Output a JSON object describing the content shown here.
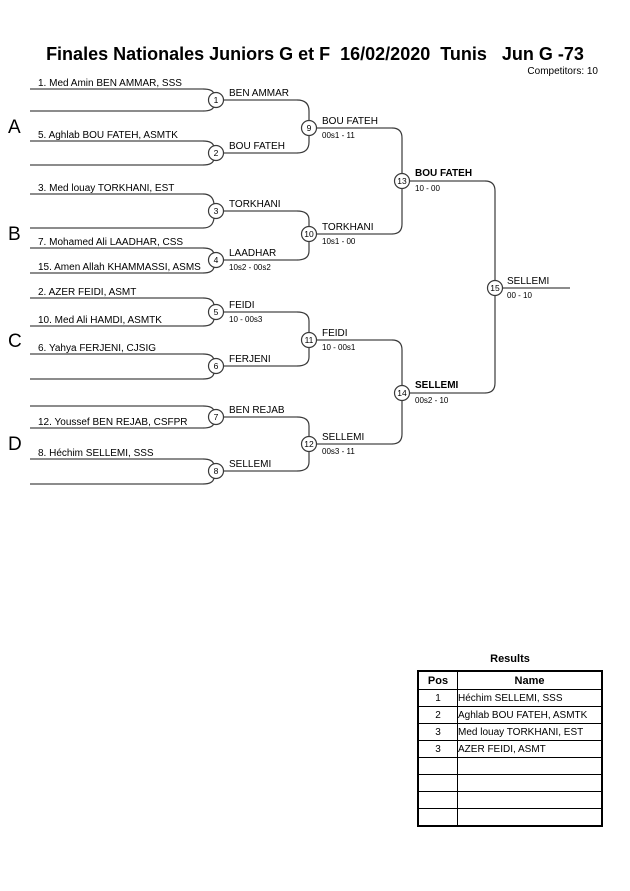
{
  "header": {
    "title": "Finales Nationales Juniors G et F  16/02/2020  Tunis   Jun G -73",
    "competitors": "Competitors: 10"
  },
  "bracket": {
    "groups": [
      {
        "label": "A"
      },
      {
        "label": "B"
      },
      {
        "label": "C"
      },
      {
        "label": "D"
      }
    ],
    "seeds": [
      {
        "text": "1. Med Amin BEN AMMAR, SSS"
      },
      {
        "text": "5. Aghlab BOU FATEH, ASMTK"
      },
      {
        "text": "3. Med louay TORKHANI, EST"
      },
      {
        "text": "7. Mohamed Ali LAADHAR, CSS"
      },
      {
        "text": "15. Amen Allah KHAMMASSI, ASMS"
      },
      {
        "text": "2. AZER FEIDI, ASMT"
      },
      {
        "text": "10. Med Ali HAMDI, ASMTK"
      },
      {
        "text": "6. Yahya FERJENI, CJSIG"
      },
      {
        "text": "12. Youssef BEN REJAB, CSFPR"
      },
      {
        "text": "8. Héchim SELLEMI, SSS"
      }
    ],
    "matches": [
      {
        "no": "1",
        "winner": "BEN AMMAR",
        "score": ""
      },
      {
        "no": "2",
        "winner": "BOU FATEH",
        "score": ""
      },
      {
        "no": "3",
        "winner": "TORKHANI",
        "score": ""
      },
      {
        "no": "4",
        "winner": "LAADHAR",
        "score": "10s2 - 00s2"
      },
      {
        "no": "5",
        "winner": "FEIDI",
        "score": "10 - 00s3"
      },
      {
        "no": "6",
        "winner": "FERJENI",
        "score": ""
      },
      {
        "no": "7",
        "winner": "BEN REJAB",
        "score": ""
      },
      {
        "no": "8",
        "winner": "SELLEMI",
        "score": ""
      },
      {
        "no": "9",
        "winner": "BOU FATEH",
        "score": "00s1 - 11"
      },
      {
        "no": "10",
        "winner": "TORKHANI",
        "score": "10s1 - 00"
      },
      {
        "no": "11",
        "winner": "FEIDI",
        "score": "10 - 00s1"
      },
      {
        "no": "12",
        "winner": "SELLEMI",
        "score": "00s3 - 11"
      },
      {
        "no": "13",
        "winner": "BOU FATEH",
        "score": "10 - 00"
      },
      {
        "no": "14",
        "winner": "SELLEMI",
        "score": "00s2 - 10"
      },
      {
        "no": "15",
        "winner": "SELLEMI",
        "score": "00 - 10"
      }
    ]
  },
  "results": {
    "title": "Results",
    "columns": {
      "pos": "Pos",
      "name": "Name"
    },
    "rows": [
      {
        "pos": "1",
        "name": "Héchim SELLEMI, SSS"
      },
      {
        "pos": "2",
        "name": "Aghlab BOU FATEH, ASMTK"
      },
      {
        "pos": "3",
        "name": "Med louay TORKHANI, EST"
      },
      {
        "pos": "3",
        "name": "AZER FEIDI, ASMT"
      }
    ]
  }
}
